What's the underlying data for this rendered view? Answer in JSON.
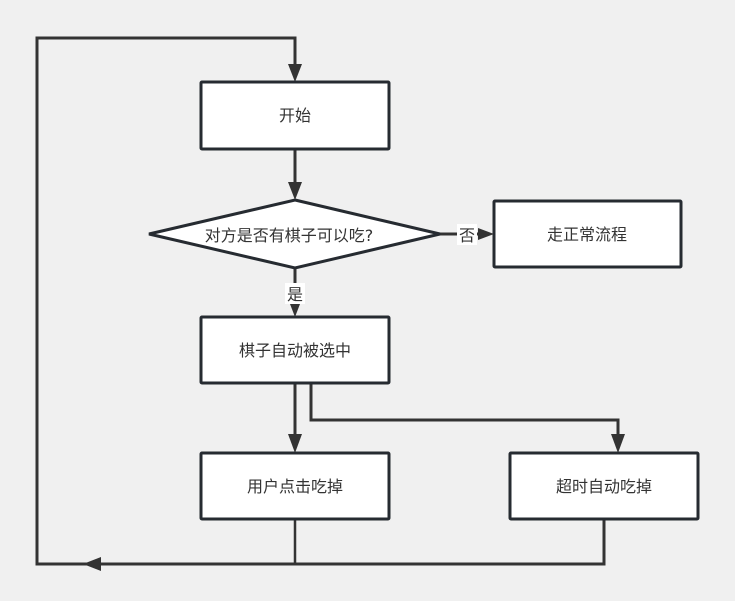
{
  "diagram": {
    "type": "flowchart",
    "nodes": {
      "start": {
        "label": "开始",
        "shape": "rectangle"
      },
      "decision": {
        "label": "对方是否有棋子可以吃?",
        "shape": "diamond"
      },
      "normal_flow": {
        "label": "走正常流程",
        "shape": "rectangle"
      },
      "auto_select": {
        "label": "棋子自动被选中",
        "shape": "rectangle"
      },
      "user_click": {
        "label": "用户点击吃掉",
        "shape": "rectangle"
      },
      "timeout_eat": {
        "label": "超时自动吃掉",
        "shape": "rectangle"
      }
    },
    "edges": [
      {
        "from": "start",
        "to": "decision",
        "label": ""
      },
      {
        "from": "decision",
        "to": "normal_flow",
        "label": "否"
      },
      {
        "from": "decision",
        "to": "auto_select",
        "label": "是"
      },
      {
        "from": "auto_select",
        "to": "user_click",
        "label": ""
      },
      {
        "from": "auto_select",
        "to": "timeout_eat",
        "label": ""
      },
      {
        "from": "user_click",
        "to": "start",
        "label": ""
      },
      {
        "from": "timeout_eat",
        "to": "start",
        "label": ""
      }
    ],
    "edge_labels": {
      "no": "否",
      "yes": "是"
    },
    "colors": {
      "background": "#f0f0f0",
      "node_fill": "#ffffff",
      "node_stroke": "#262b31",
      "edge": "#333333",
      "text": "#333333"
    }
  }
}
